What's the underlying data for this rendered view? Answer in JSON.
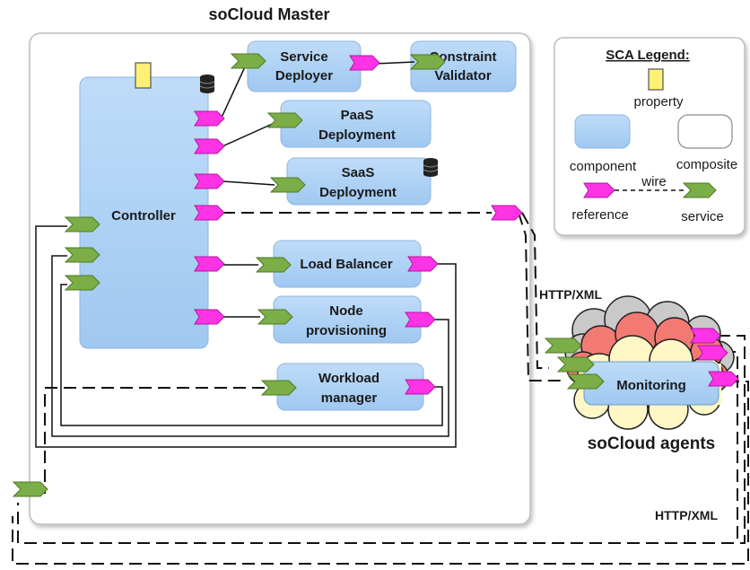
{
  "master": {
    "title": "soCloud Master",
    "controller_label": "Controller",
    "components": {
      "service_deployer": [
        "Service",
        "Deployer"
      ],
      "constraint_validator": [
        "Constraint",
        "Validator"
      ],
      "paas_deployment": [
        "PaaS",
        "Deployment"
      ],
      "saas_deployment": [
        "SaaS",
        "Deployment"
      ],
      "load_balancer": [
        "Load Balancer"
      ],
      "node_provisioning": [
        "Node",
        "provisioning"
      ],
      "workload_manager": [
        "Workload",
        "manager"
      ]
    }
  },
  "legend": {
    "title": "SCA Legend:",
    "property": "property",
    "component": "component",
    "composite": "composite",
    "wire": "wire",
    "reference": "reference",
    "service": "service"
  },
  "agents": {
    "title": "soCloud  agents",
    "monitoring": "Monitoring"
  },
  "protocols": {
    "top": "HTTP/XML",
    "bottom": "HTTP/XML"
  },
  "colors": {
    "component_fill": "#a8cff5",
    "component_stroke": "#7fa9d6",
    "reference_fill": "#ff33e6",
    "service_fill": "#7bae46",
    "property_fill": "#fff176",
    "cloud_red": "#f27a73",
    "cloud_gray": "#c9c9c9",
    "cloud_cream": "#fff8c6"
  }
}
